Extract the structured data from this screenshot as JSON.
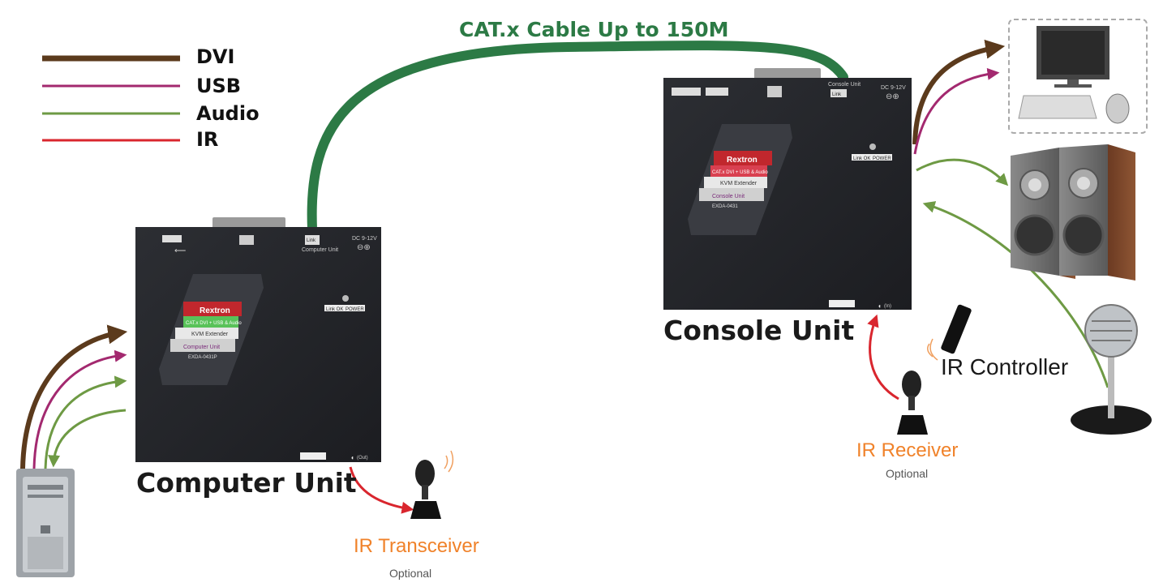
{
  "legend": {
    "items": [
      {
        "label": "DVI",
        "color": "#5b3a1c"
      },
      {
        "label": "USB",
        "color": "#a3296f"
      },
      {
        "label": "Audio",
        "color": "#6e9a44"
      },
      {
        "label": "IR",
        "color": "#d9262e"
      }
    ]
  },
  "cable": {
    "label": "CAT.x Cable Up to 150M",
    "color": "#2c7a45"
  },
  "computer_unit": {
    "title": "Computer Unit",
    "top_labels": {
      "link": "Link",
      "sublabel": "Computer Unit",
      "dc": "DC 9-12V"
    },
    "front_labels": {
      "link_ok": "Link OK",
      "power": "POWER",
      "audio": "(Out)"
    },
    "badge": {
      "brand": "Rextron",
      "line1": "CAT.x DVI + USB & Audio",
      "line2": "KVM Extender",
      "line3": "Computer Unit",
      "model": "EXDA-0431P"
    }
  },
  "console_unit": {
    "title": "Console Unit",
    "top_labels": {
      "link": "Link",
      "sublabel": "Console Unit",
      "dc": "DC 9-12V"
    },
    "front_labels": {
      "link_ok": "Link OK",
      "power": "POWER",
      "audio": "(In)"
    },
    "badge": {
      "brand": "Rextron",
      "line1": "CAT.x DVI + USB & Audio",
      "line2": "KVM Extender",
      "line3": "Console Unit",
      "model": "EXDA-0431"
    }
  },
  "ir_transceiver": {
    "label": "IR Transceiver",
    "note": "Optional"
  },
  "ir_receiver": {
    "label": "IR Receiver",
    "note": "Optional"
  },
  "ir_controller": {
    "label": "IR Controller"
  },
  "icons": [
    "pc-tower-icon",
    "monitor-icon",
    "keyboard-icon",
    "mouse-icon",
    "speaker-icon",
    "microphone-icon",
    "ir-sensor-icon",
    "remote-control-icon"
  ]
}
